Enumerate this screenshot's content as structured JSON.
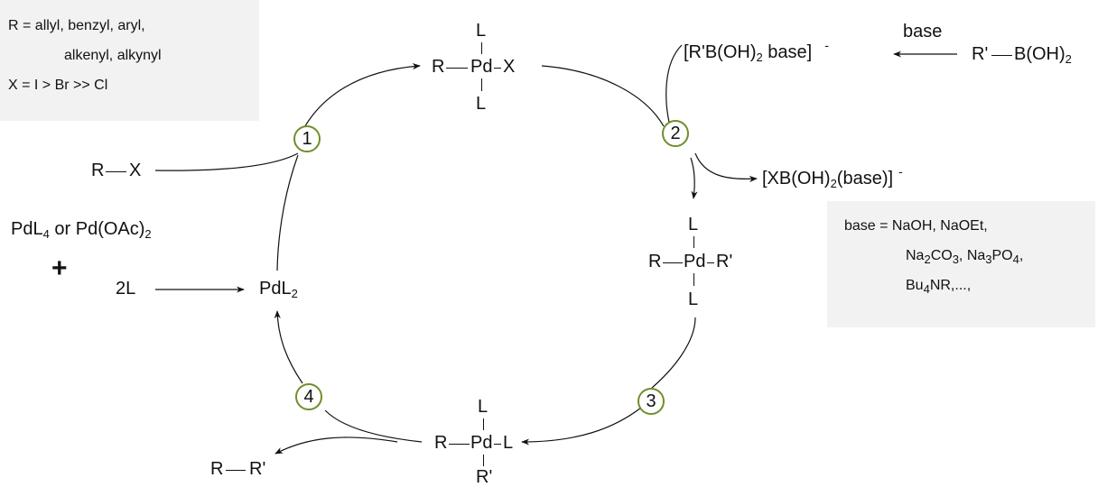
{
  "notes": {
    "r_def_1": "R = allyl, benzyl, aryl,",
    "r_def_2": "alkenyl, alkynyl",
    "x_def": "X = I  > Br >> Cl",
    "base_def_1": "base = NaOH, NaOEt,",
    "base_def_2a": "Na",
    "base_def_2b": "2",
    "base_def_2c": "CO",
    "base_def_2d": "3",
    "base_def_2e": ", Na",
    "base_def_2f": "3",
    "base_def_2g": "PO",
    "base_def_2h": "4",
    "base_def_2i": ",",
    "base_def_3a": "Bu",
    "base_def_3b": "4",
    "base_def_3c": "NR,...,"
  },
  "steps": [
    "1",
    "2",
    "3",
    "4"
  ],
  "species": {
    "pd_top_L": "L",
    "pd_top_R": "R",
    "pd_top_pd": "Pd",
    "pd_top_X": "X",
    "pd_top_L2": "L",
    "pd_right_L": "L",
    "pd_right_R": "R",
    "pd_right_pd": "Pd",
    "pd_right_R2": "R'",
    "pd_right_L2": "L",
    "pd_bottom_L": "L",
    "pd_bottom_R": "R",
    "pd_bottom_pd": "Pd",
    "pd_bottom_L2": "L",
    "pd_bottom_R2": "R'",
    "pdl2_main": "PdL",
    "pdl2_sub": "2",
    "rx_R": "R",
    "rx_X": "X",
    "precursor_a": "PdL",
    "precursor_b": "4",
    "precursor_c": " or Pd(OAc)",
    "precursor_d": "2",
    "plus": "+",
    "ligand": "2L",
    "borate_a": "[R'B(OH)",
    "borate_b": "2",
    "borate_c": " base]",
    "borate_charge": "-",
    "base_label": "base",
    "boronic_R": "R'",
    "boronic_b": "B(OH)",
    "boronic_sub": "2",
    "byproduct_a": "[XB(OH)",
    "byproduct_b": "2",
    "byproduct_c": "(base)]",
    "byproduct_charge": "-",
    "product_R": "R",
    "product_R2": "R'"
  }
}
